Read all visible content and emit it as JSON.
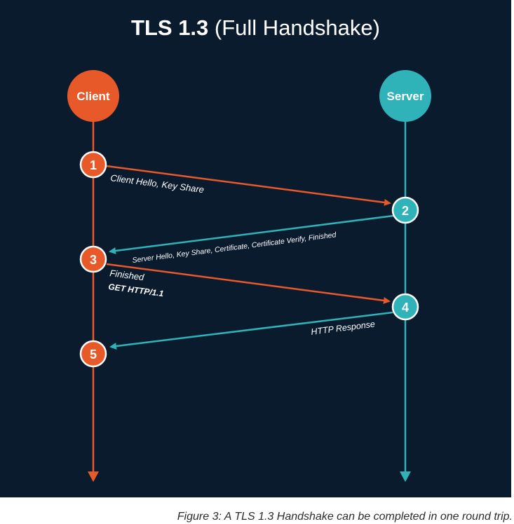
{
  "title": {
    "bold": "TLS 1.3",
    "rest": "(Full Handshake)"
  },
  "actors": {
    "client": "Client",
    "server": "Server"
  },
  "steps": [
    "1",
    "2",
    "3",
    "4",
    "5"
  ],
  "messages": {
    "m1": "Client Hello, Key Share",
    "m2": "Server Hello, Key Share, Certificate, Certificate Verify, Finished",
    "m3a": "Finished",
    "m3b": "GET HTTP/1.1",
    "m4": "HTTP Response"
  },
  "caption": "Figure 3: A TLS 1.3 Handshake can be completed in one round trip.",
  "colors": {
    "background": "#0a1b2e",
    "client": "#e8592a",
    "server": "#2fb3b9"
  }
}
